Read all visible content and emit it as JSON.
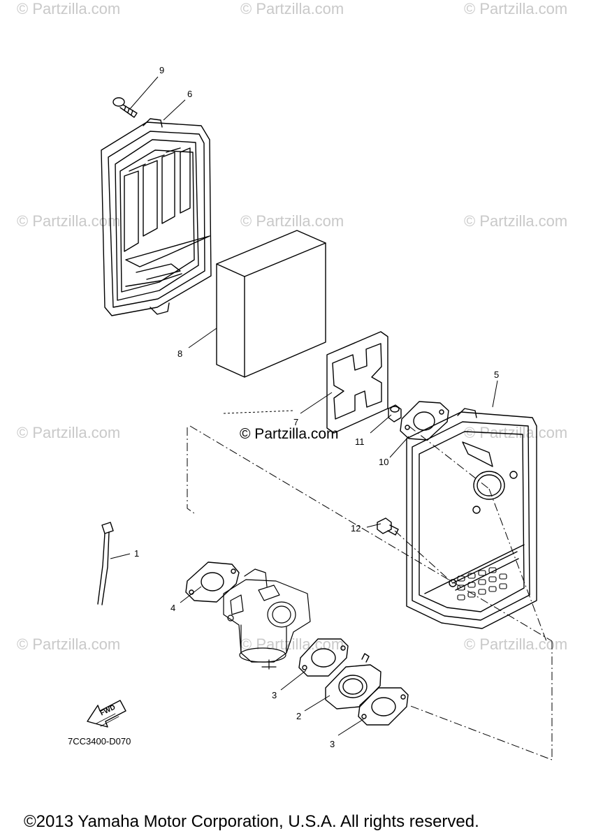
{
  "watermark": "© Partzilla.com",
  "center_watermark": "© Partzilla.com",
  "callouts": {
    "p1": "1",
    "p2": "2",
    "p3a": "3",
    "p3b": "3",
    "p4": "4",
    "p5": "5",
    "p6": "6",
    "p7": "7",
    "p8": "8",
    "p9": "9",
    "p10": "10",
    "p11": "11",
    "p12": "12"
  },
  "fwd_label": "FWD",
  "diagram_code": "7CC3400-D070",
  "copyright": "©2013 Yamaha Motor Corporation, U.S.A. All rights reserved."
}
